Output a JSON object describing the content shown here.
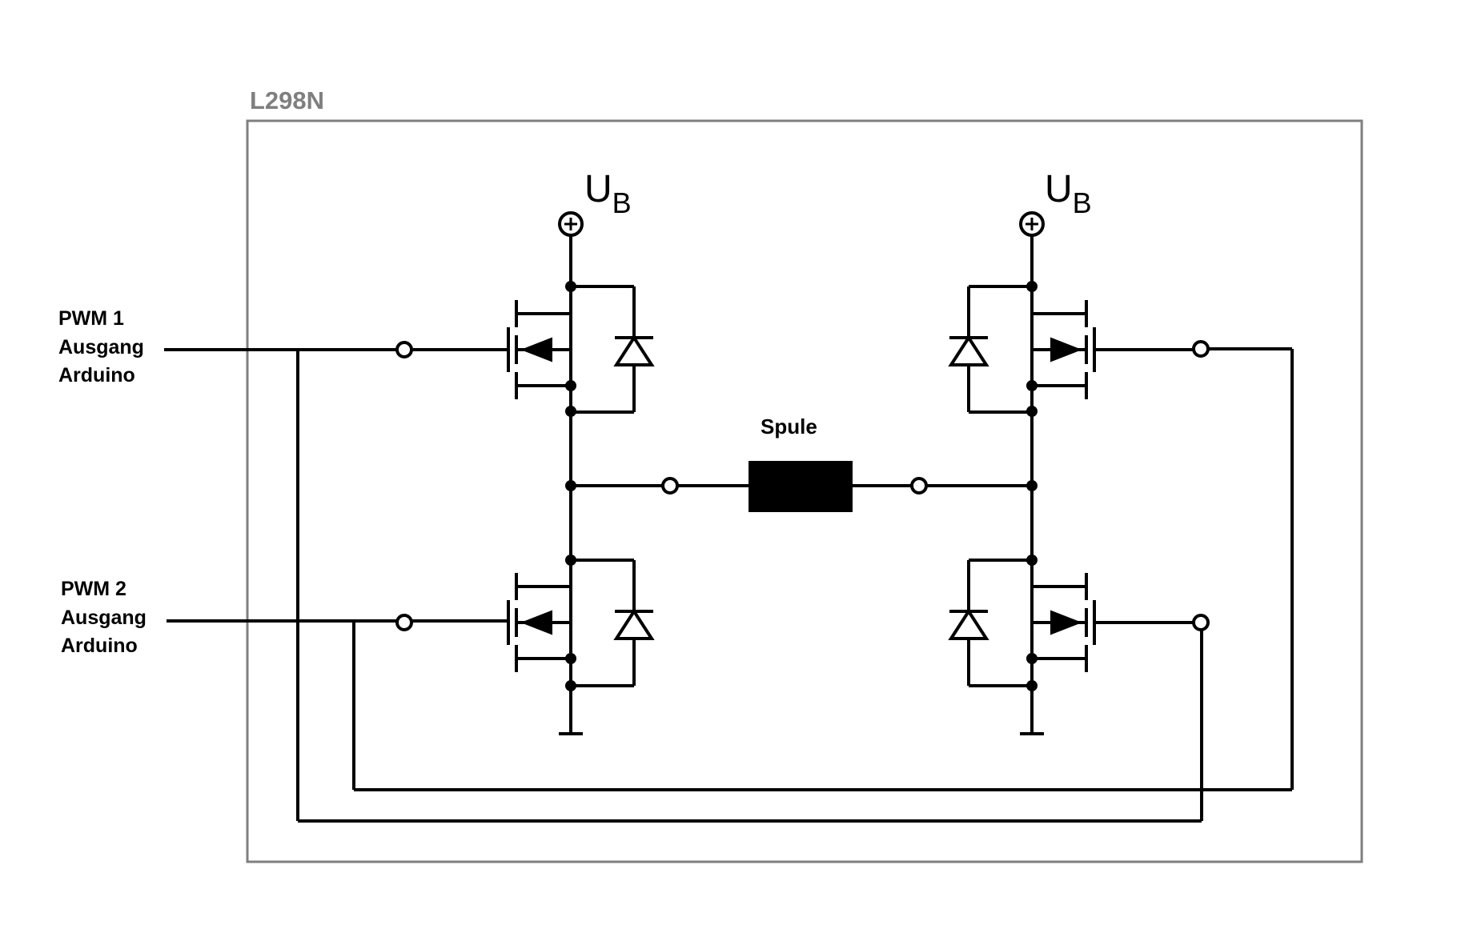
{
  "chip_label": "L298N",
  "coil_label": "Spule",
  "supply": {
    "main": "U",
    "sub": "B"
  },
  "inputs": [
    {
      "line1": "PWM 1",
      "line2": "Ausgang",
      "line3": "Arduino"
    },
    {
      "line1": "PWM 2",
      "line2": "Ausgang",
      "line3": "Arduino"
    }
  ],
  "colors": {
    "wire": "#000000",
    "chip_border": "#7f7f7f",
    "chip_label": "#7f7f7f"
  }
}
